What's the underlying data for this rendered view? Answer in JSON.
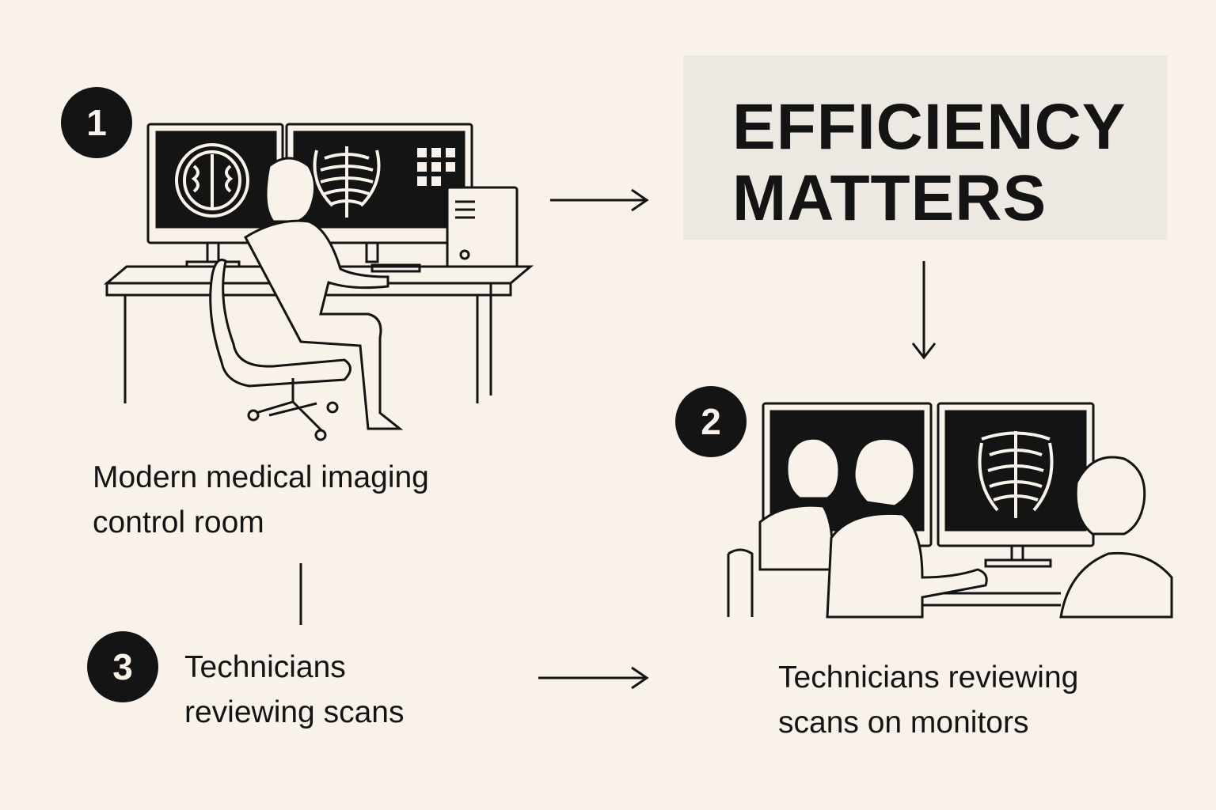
{
  "title": {
    "line1": "EFFICIENCY",
    "line2": "MATTERS"
  },
  "steps": [
    {
      "number": "1",
      "caption": [
        "Modern medical imaging",
        "control room"
      ]
    },
    {
      "number": "2",
      "caption": [
        "Technicians reviewing",
        "scans on monitors"
      ]
    },
    {
      "number": "3",
      "caption": [
        "Technicians",
        "reviewing scans"
      ]
    }
  ],
  "colors": {
    "background": "#f8f2ea",
    "ink": "#141414",
    "title_box": "#eee8e2"
  }
}
